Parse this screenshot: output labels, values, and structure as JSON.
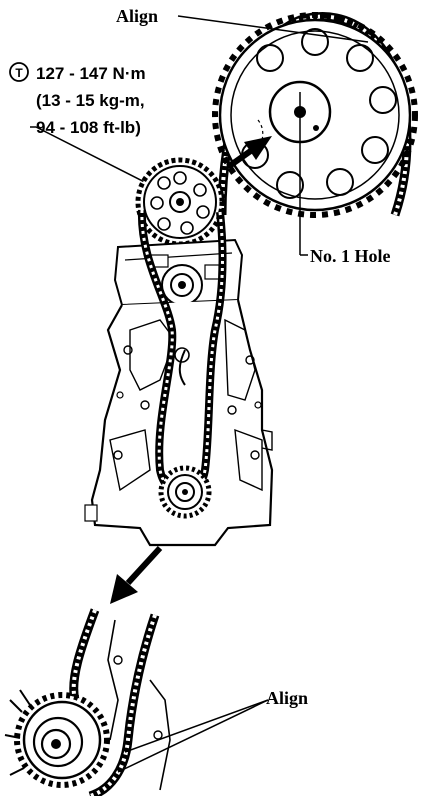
{
  "labels": {
    "align_top": "Align",
    "torque_line1": "127 - 147 N·m",
    "torque_line2": "(13 - 15 kg-m,",
    "torque_line3": "94 - 108 ft-lb)",
    "torque_symbol": "T",
    "no1_hole": "No. 1 Hole",
    "align_bottom": "Align"
  }
}
